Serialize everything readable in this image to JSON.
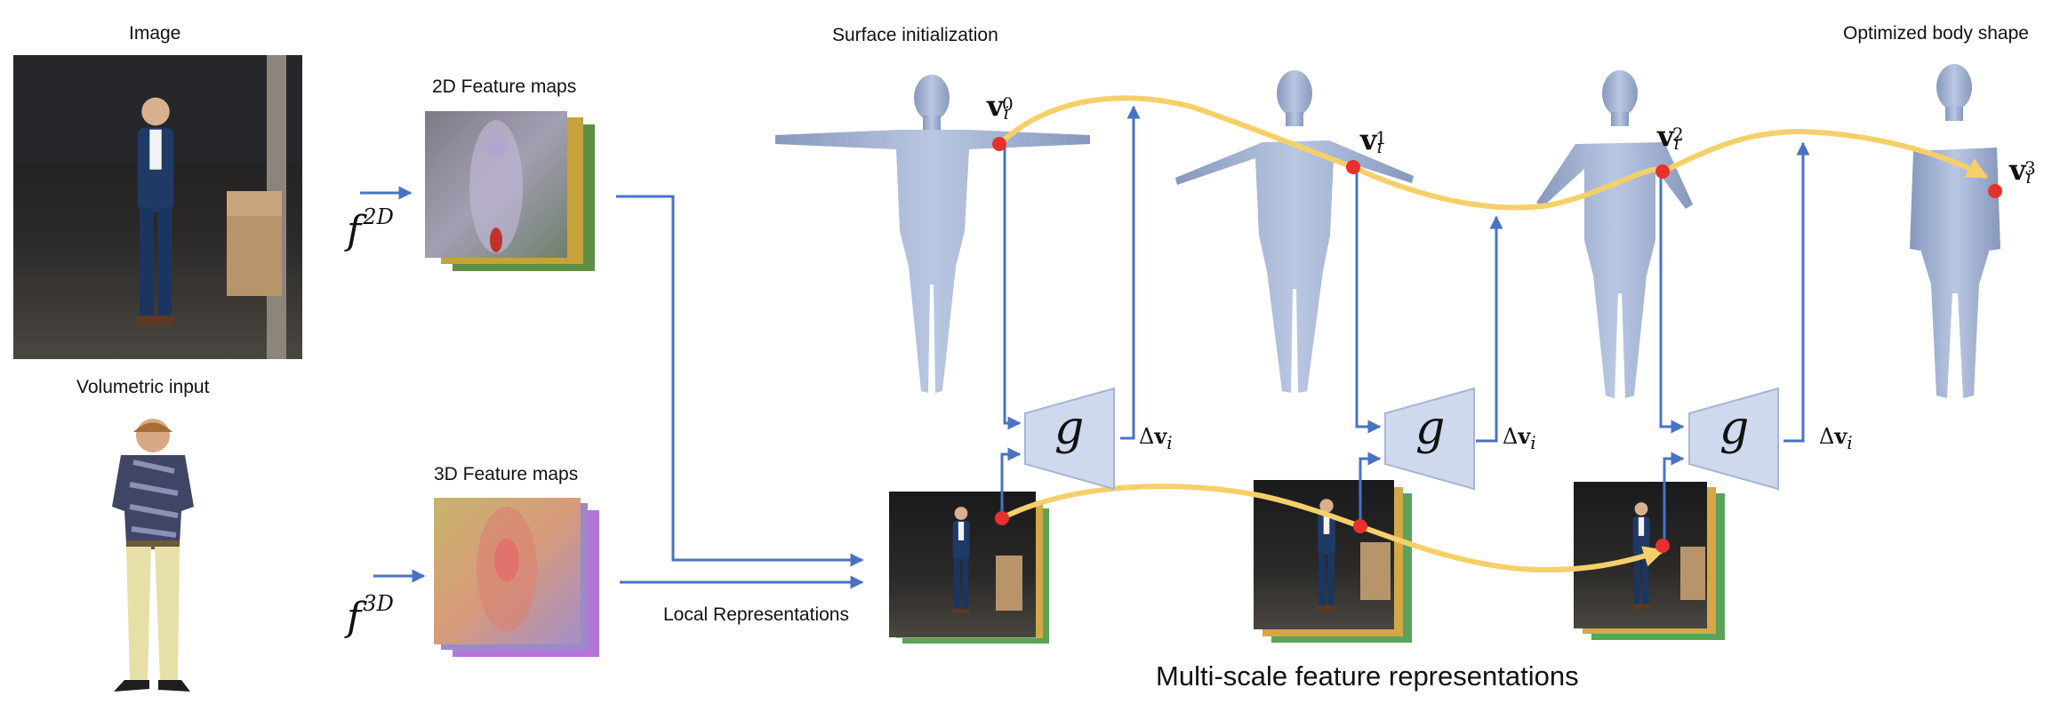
{
  "labels": {
    "image": "Image",
    "volumetric": "Volumetric input",
    "feat2d": "2D Feature maps",
    "feat3d": "3D Feature maps",
    "surface_init": "Surface initialization",
    "optimized": "Optimized body shape",
    "local_repr": "Local Representations",
    "multiscale": "Multi-scale feature representations"
  },
  "math": {
    "f_base": "f",
    "f2d_sup": "2D",
    "f3d_sup": "3D",
    "g": "g",
    "delta_v": "Δ",
    "v_bold": "v",
    "sub_i": "i",
    "v_sups": [
      "0",
      "1",
      "2",
      "3"
    ]
  },
  "colors": {
    "arrow_blue": "#4a72c4",
    "path_yellow": "#f5d06a",
    "point_red": "#e8312c",
    "body_fill": "#a9b9d8",
    "g_block_fill": "#cfd9ee"
  }
}
